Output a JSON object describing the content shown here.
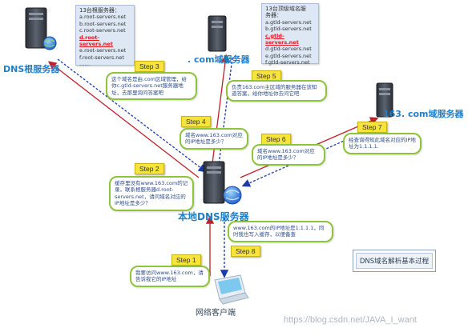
{
  "root_server": {
    "label": "DNS根服务器",
    "list_title": "13台根服务器：",
    "list": [
      "a.root-servers.net",
      "b.root-servers.net",
      "c.root-servers.net",
      "d.root-servers.net",
      "e.root-servers.net",
      "f.root-servers.net",
      "……"
    ],
    "highlight_index": 3
  },
  "com_server": {
    "label": ". com域服务器",
    "list_title": "13台顶级域名服务器：",
    "list": [
      "a.gtld-servers.net",
      "b.gtld-servers.net",
      "c.gtld-servers.net",
      "d.gtld-servers.net",
      "e.gtld-servers.net",
      "f.gtld-servers.net",
      "……"
    ],
    "highlight_index": 2
  },
  "domain_server": {
    "label": "163. com域服务器"
  },
  "local_server": {
    "label": "本地DNS服务器"
  },
  "client": {
    "label": "网络客户端"
  },
  "steps": {
    "s1": "Step 1",
    "s2": "Step 2",
    "s3": "Step 3",
    "s4": "Step 4",
    "s5": "Step 5",
    "s6": "Step 6",
    "s7": "Step 7",
    "s8": "Step 8"
  },
  "bubbles": {
    "b1": "我要访问www.163.com，请告诉我它的IP地址",
    "b2": "缓存里没有www.163.com的记录，联系根服务器d.root-servers.net，请问域名对应的IP地址是多少？",
    "b3": "这个域名是由.com区域管理，给你c.gtld-servers.net服务器地址，去那里询问答案吧",
    "b4": "域名www.163.com对应的IP地址是多少？",
    "b5": "负责163.com主区域的服务器在该知道答案，给你地址你去问它吧",
    "b6": "域名www.163.com对应的IP地址是多少？",
    "b7": "经查询得知此域名对应的IP地址为1.1.1.1.",
    "b8": "www.163.com的IP地址是1.1.1.1，同时我也写入缓存，以便备查"
  },
  "legend": "DNS域名解析基本过程",
  "watermark": "https://blog.csdn.net/JAVA_I_want",
  "colors": {
    "step_fill": "#f7e43a",
    "bubble_border": "#8fc33b",
    "label_blue": "#1f7fc9",
    "arrow_red": "#c0202a",
    "arrow_blue": "#1e3aa8"
  }
}
